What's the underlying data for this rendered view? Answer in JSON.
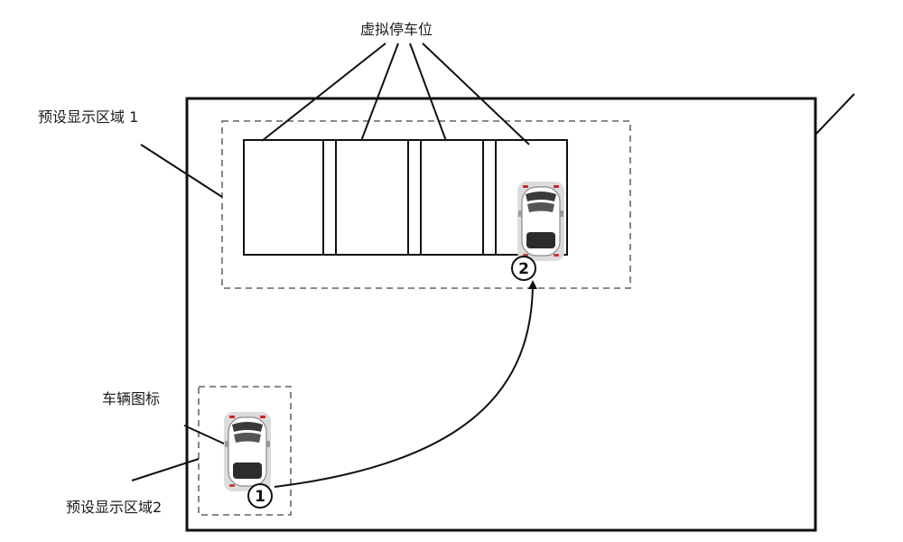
{
  "labels": {
    "virtual_parking": "虚拟停车位",
    "preset_area_1": "预设显示区域 1",
    "vehicle_icon": "车辆图标",
    "preset_area_2": "预设显示区域2"
  },
  "markers": {
    "start": "①",
    "end": "②"
  },
  "virtual_parking_spot_count": 4
}
